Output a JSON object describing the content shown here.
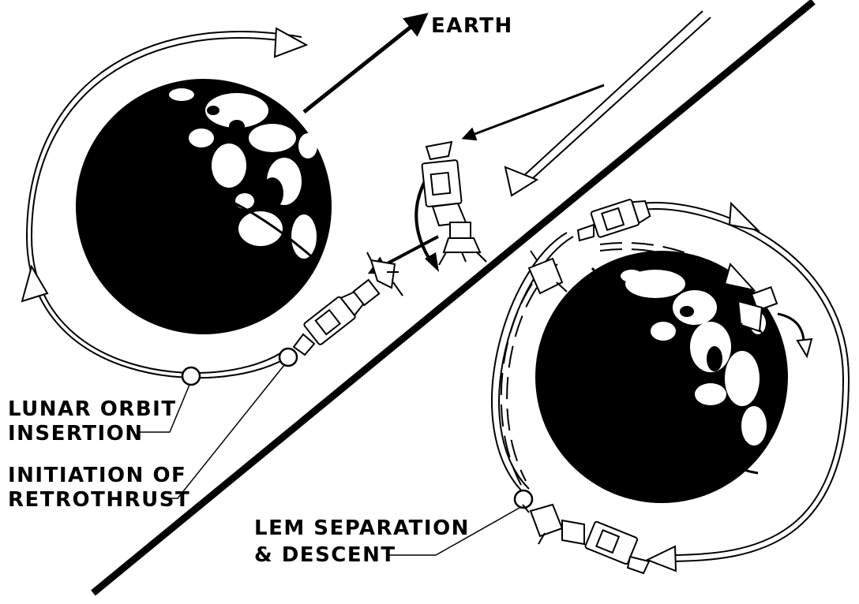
{
  "diagram": {
    "labels": {
      "earth": "EARTH",
      "lunar_orbit_insertion_line1": "LUNAR ORBIT",
      "lunar_orbit_insertion_line2": "INSERTION",
      "retrothrust_line1": "INITIATION OF",
      "retrothrust_line2": "RETROTHRUST",
      "lem_separation_line1": "LEM SEPARATION",
      "lem_separation_line2": "& DESCENT"
    },
    "colors": {
      "ink": "#000000",
      "paper": "#ffffff",
      "moon_highlight": "#ffffff"
    }
  }
}
